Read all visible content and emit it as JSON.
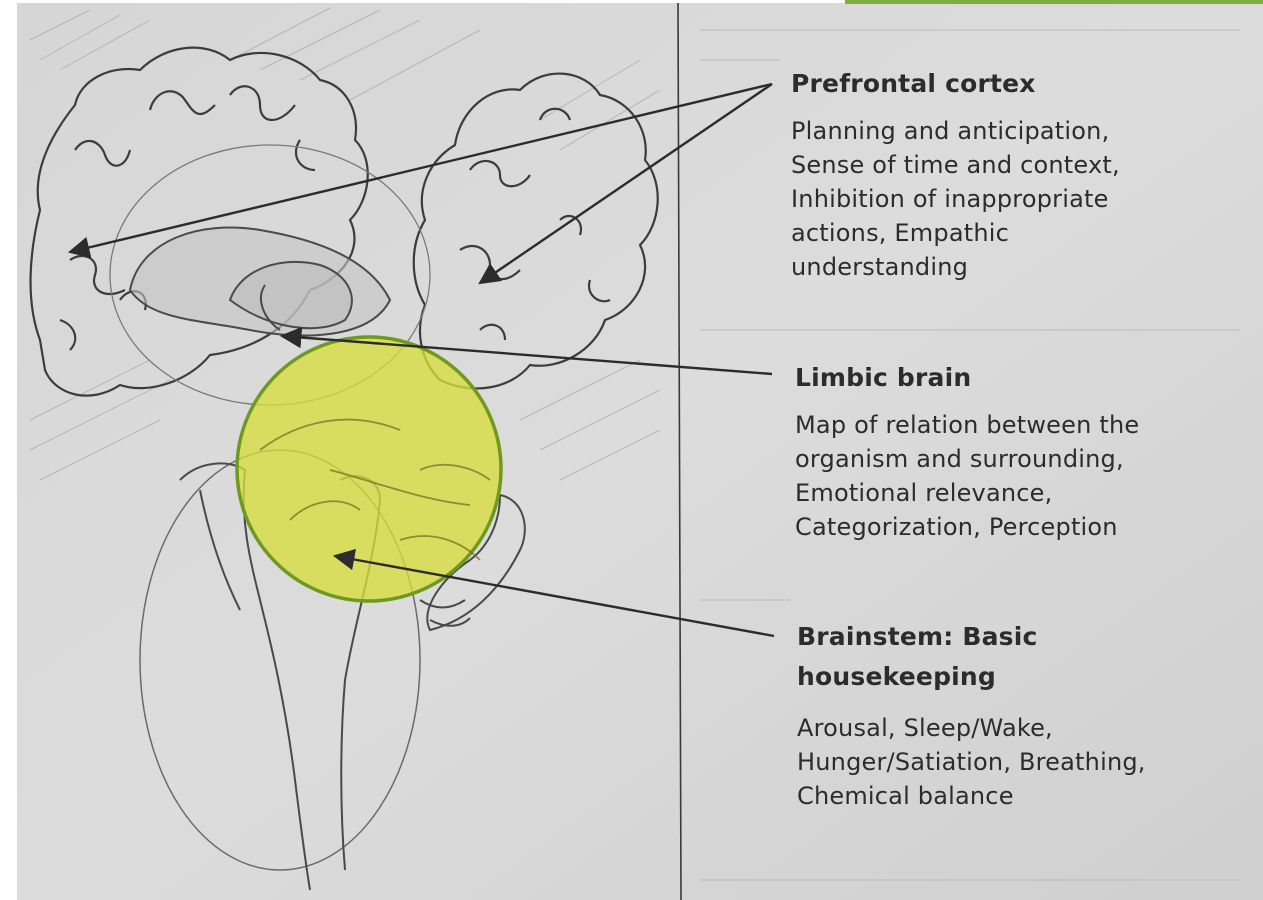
{
  "labels": {
    "prefrontal": {
      "title": "Prefrontal cortex",
      "description": "Planning and anticipation,\nSense of time and context,\nInhibition of inappropriate\nactions, Empathic\nunderstanding"
    },
    "limbic": {
      "title": "Limbic brain",
      "description": "Map of relation between the\norganism and surrounding,\nEmotional relevance,\nCategorization, Perception"
    },
    "brainstem": {
      "title": "Brainstem: Basic\nhousekeeping",
      "description": "Arousal, Sleep/Wake,\nHunger/Satiation, Breathing,\nChemical balance"
    }
  },
  "colors": {
    "paper": "#d9d9d9",
    "ink": "#2c2c2c",
    "pencil": "#4a4a4a",
    "highlight_fill": "#d7dc3c",
    "highlight_stroke": "#6f9a1f",
    "corner_bar": "#7fae3a"
  }
}
